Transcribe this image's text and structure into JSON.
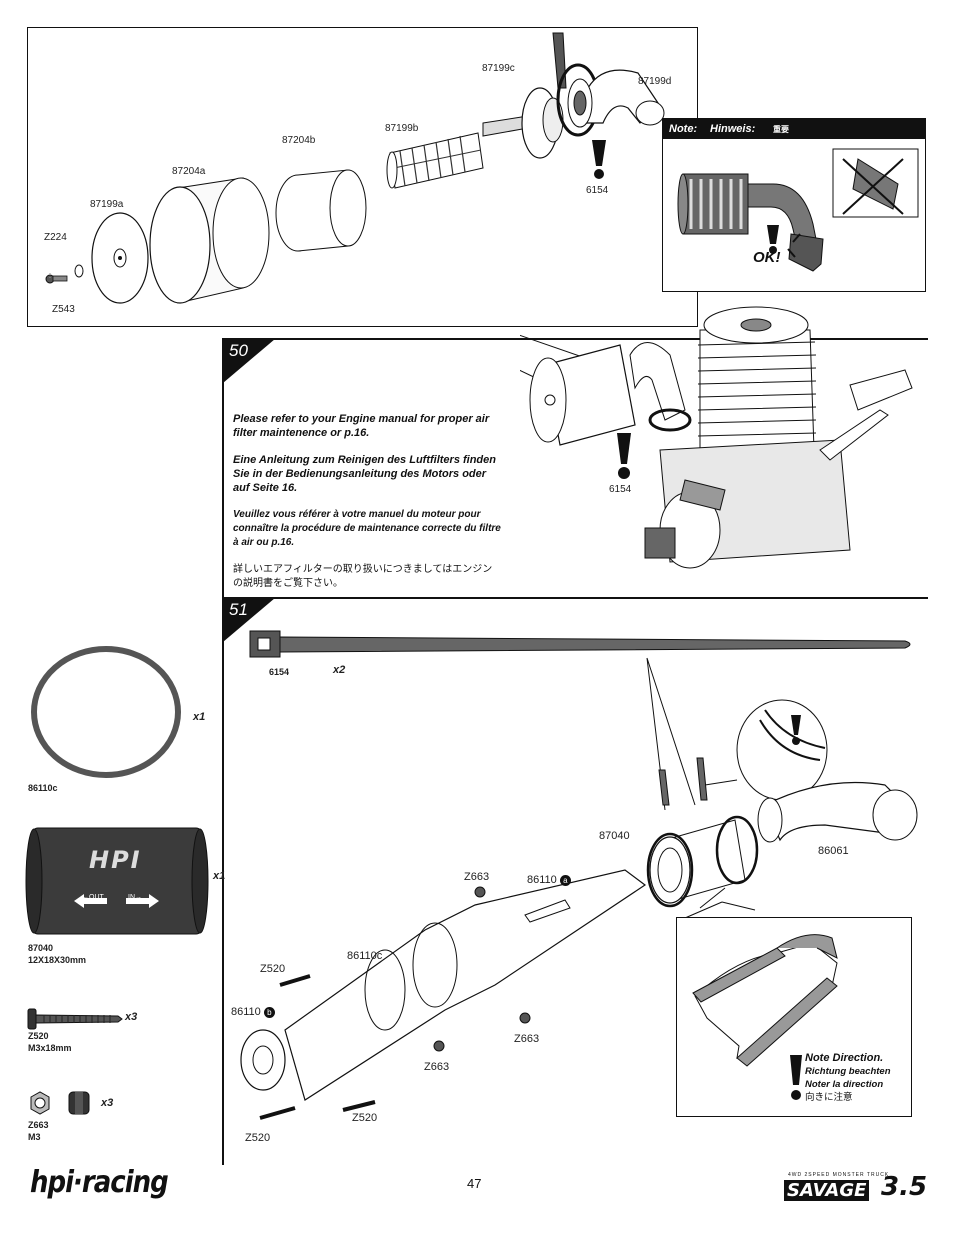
{
  "page_number": "47",
  "brand": {
    "left_logo": "hpi·racing",
    "right_logo_small": "4WD 2SPEED MONSTER TRUCK",
    "right_logo_main": "SAVAGE",
    "right_logo_num": "3.5"
  },
  "top_exploded": {
    "parts": [
      "87199c",
      "87199d",
      "87199b",
      "87204b",
      "87204a",
      "87199a",
      "Z224",
      "Z543",
      "6154"
    ]
  },
  "note_box": {
    "title_note": "Note:",
    "title_hinweis": "Hinweis:",
    "title_jp": "重要",
    "ok_label": "OK!"
  },
  "step50": {
    "number": "50",
    "text_en": "Please refer to your Engine manual for proper air filter maintenence or p.16.",
    "text_de": "Eine Anleitung zum Reinigen des Luftfilters finden Sie in der Bedienungsanleitung des Motors oder auf Seite 16.",
    "text_fr": "Veuillez vous référer à votre manuel du moteur pour connaître la procédure de maintenance correcte du filtre à air ou p.16.",
    "text_jp": "詳しいエアフィルターの取り扱いにつきましてはエンジンの説明書をご覧下さい。",
    "part_6154": "6154"
  },
  "step51": {
    "number": "51",
    "tie_part": "6154",
    "tie_qty": "x2",
    "labels": {
      "p87040": "87040",
      "p86061": "86061",
      "z663_top": "Z663",
      "p86110a": "86110",
      "p86110c": "86110c",
      "z520_top": "Z520",
      "p86110b": "86110",
      "z663_right": "Z663",
      "z663_bottom": "Z663",
      "z520_mid": "Z520",
      "z520_bottom": "Z520"
    },
    "direction_note": {
      "en": "Note Direction.",
      "de": "Richtung beachten",
      "fr": "Noter la direction",
      "jp": "向きに注意"
    }
  },
  "sidebar_parts": [
    {
      "qty": "x1",
      "code": "86110c",
      "desc": ""
    },
    {
      "qty": "x1",
      "code": "87040",
      "desc": "12X18X30mm",
      "tube_text": "HPI",
      "tube_arrow_left": "←OUT",
      "tube_arrow_right": "IN→"
    },
    {
      "qty": "x3",
      "code": "Z520",
      "desc": "M3x18mm"
    },
    {
      "qty": "x3",
      "code": "Z663",
      "desc": "M3"
    }
  ]
}
